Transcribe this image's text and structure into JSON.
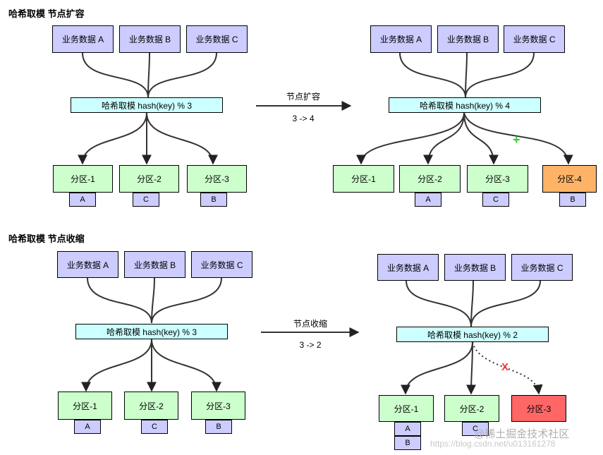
{
  "expand": {
    "title": "哈希取模 节点扩容",
    "arrow_top": "节点扩容",
    "arrow_bottom": "3 -> 4",
    "plus_mark": "+",
    "left": {
      "data": [
        "业务数据 A",
        "业务数据 B",
        "业务数据 C"
      ],
      "hash": "哈希取模 hash(key) % 3",
      "partitions": [
        "分区-1",
        "分区-2",
        "分区-3"
      ],
      "tags": [
        "A",
        "C",
        "B"
      ]
    },
    "right": {
      "data": [
        "业务数据 A",
        "业务数据 B",
        "业务数据 C"
      ],
      "hash": "哈希取模 hash(key) % 4",
      "partitions": [
        "分区-1",
        "分区-2",
        "分区-3",
        "分区-4"
      ],
      "tags": [
        "A",
        "C",
        "B"
      ]
    }
  },
  "shrink": {
    "title": "哈希取模 节点收缩",
    "arrow_top": "节点收缩",
    "arrow_bottom": "3 -> 2",
    "x_mark": "X",
    "left": {
      "data": [
        "业务数据 A",
        "业务数据 B",
        "业务数据 C"
      ],
      "hash": "哈希取模 hash(key) % 3",
      "partitions": [
        "分区-1",
        "分区-2",
        "分区-3"
      ],
      "tags": [
        "A",
        "C",
        "B"
      ]
    },
    "right": {
      "data": [
        "业务数据 A",
        "业务数据 B",
        "业务数据 C"
      ],
      "hash": "哈希取模 hash(key) % 2",
      "partitions": [
        "分区-1",
        "分区-2",
        "分区-3"
      ],
      "tags": [
        "A",
        "B",
        "C"
      ]
    }
  },
  "watermark": {
    "brand": "@稀土掘金技术社区",
    "url": "https://blog.csdn.net/u013161278"
  },
  "colors": {
    "data": "#ccccff",
    "hash": "#ccffff",
    "partition": "#ccffcc",
    "partition_added": "#ffb366",
    "partition_removed": "#ff6666",
    "plus": "#33cc33",
    "x": "#ff3333"
  }
}
